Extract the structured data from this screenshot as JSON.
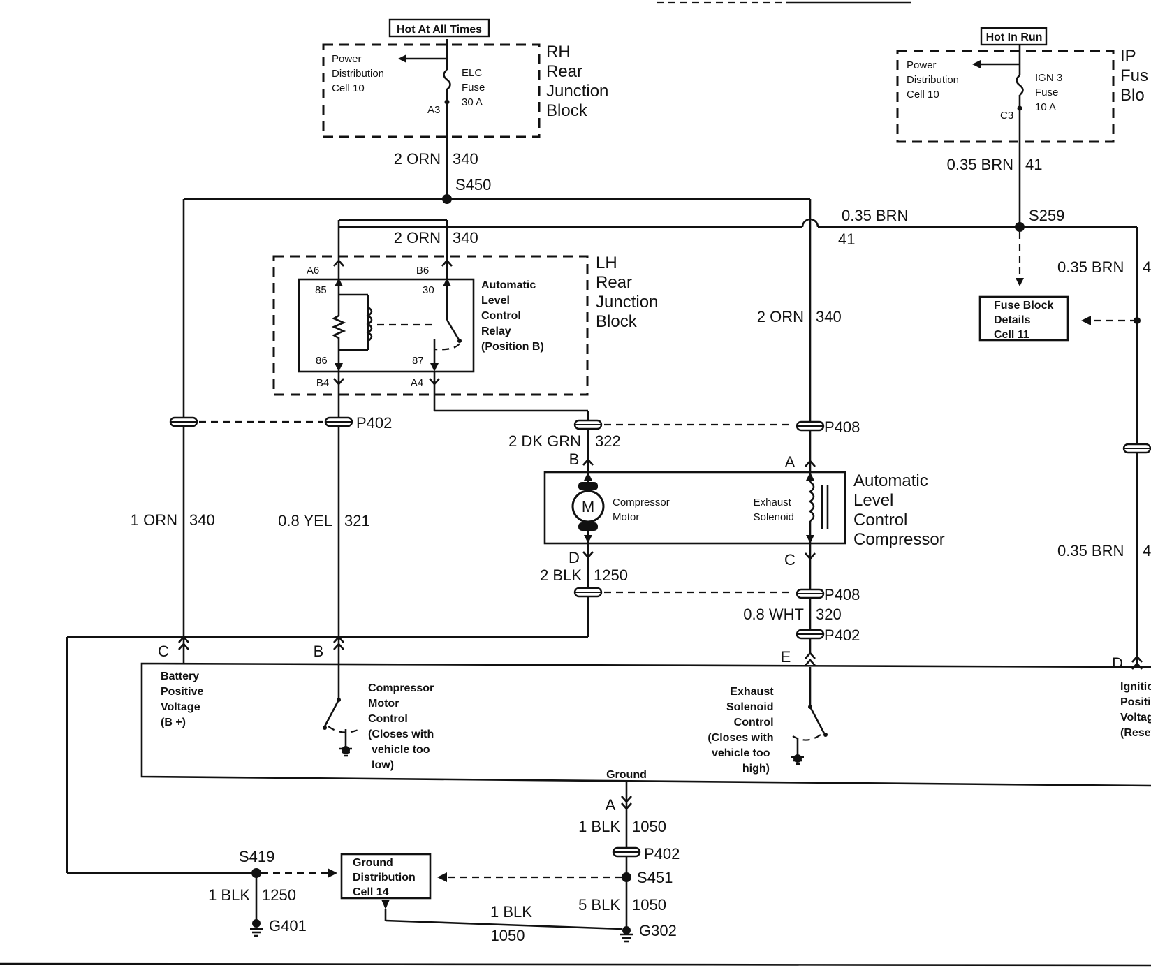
{
  "labels": {
    "hot_at_all_times": "Hot At All Times",
    "hot_in_run": "Hot In Run",
    "rh_pdc": [
      "Power",
      "Distribution",
      "Cell 10"
    ],
    "elc_fuse": [
      "ELC",
      "Fuse",
      "30 A"
    ],
    "a3": "A3",
    "rh_block": [
      "RH",
      "Rear",
      "Junction",
      "Block"
    ],
    "ip_pdc": [
      "Power",
      "Distribution",
      "Cell 10"
    ],
    "ign3_fuse": [
      "IGN 3",
      "Fuse",
      "10 A"
    ],
    "c3": "C3",
    "ip_block": [
      "IP",
      "Fus",
      "Blo"
    ],
    "w_2orn_340_a": [
      "2 ORN",
      "340"
    ],
    "s450": "S450",
    "w_035brn_41_a": [
      "0.35 BRN",
      "41"
    ],
    "w_035brn_41_b": [
      "0.35 BRN",
      "41"
    ],
    "s259": "S259",
    "w_2orn_340_b": [
      "2 ORN",
      "340"
    ],
    "a6": "A6",
    "b6": "B6",
    "r85": "85",
    "r30": "30",
    "r86": "86",
    "r87": "87",
    "b4": "B4",
    "a4": "A4",
    "relay": [
      "Automatic",
      "Level",
      "Control",
      "Relay",
      "(Position B)"
    ],
    "lh_block": [
      "LH",
      "Rear",
      "Junction",
      "Block"
    ],
    "w_2orn_340_c": [
      "2 ORN",
      "340"
    ],
    "w_035brn_4_c": [
      "0.35 BRN",
      "4"
    ],
    "fuse_block_details": [
      "Fuse Block",
      "Details",
      "Cell 11"
    ],
    "p402_top": "P402",
    "p408_top": "P408",
    "w_2dkgrn_322": [
      "2 DK GRN",
      "322"
    ],
    "pin_b_comp": "B",
    "pin_a_comp": "A",
    "m_symbol": "M",
    "compressor_motor": [
      "Compressor",
      "Motor"
    ],
    "exhaust_solenoid": [
      "Exhaust",
      "Solenoid"
    ],
    "alc_compressor": [
      "Automatic",
      "Level",
      "Control",
      "Compressor"
    ],
    "w_1orn_340": [
      "1 ORN",
      "340"
    ],
    "w_08yel_321": [
      "0.8 YEL",
      "321"
    ],
    "w_035brn_4_d": [
      "0.35 BRN",
      "4"
    ],
    "pin_d_comp": "D",
    "pin_c_comp": "C",
    "w_2blk_1250": [
      "2 BLK",
      "1250"
    ],
    "p408_mid": "P408",
    "w_08wht_320": [
      "0.8 WHT",
      "320"
    ],
    "p402_mid": "P402",
    "mod_c": "C",
    "mod_b": "B",
    "mod_e": "E",
    "mod_d": "D",
    "battery_pos": [
      "Battery",
      "Positive",
      "Voltage",
      "(B +)"
    ],
    "compressor_motor_control": [
      "Compressor",
      "Motor",
      "Control",
      "(Closes with",
      "vehicle too",
      "low)"
    ],
    "exhaust_solenoid_control": [
      "Exhaust",
      "Solenoid",
      "Control",
      "(Closes with",
      "vehicle too",
      "high)"
    ],
    "ignition_pos": [
      "Ignitio",
      "Positi",
      "Voltag",
      "(Reset"
    ],
    "ground": "Ground",
    "mod_a": "A",
    "w_1blk_1050_a": [
      "1 BLK",
      "1050"
    ],
    "p402_bot": "P402",
    "s419": "S419",
    "ground_dist": [
      "Ground",
      "Distribution",
      "Cell 14"
    ],
    "s451": "S451",
    "w_1blk_1250": [
      "1 BLK",
      "1250"
    ],
    "w_1blk_1050_b": [
      "1 BLK",
      "1050"
    ],
    "w_5blk_1050": [
      "5 BLK",
      "1050"
    ],
    "g401": "G401",
    "g302": "G302"
  }
}
